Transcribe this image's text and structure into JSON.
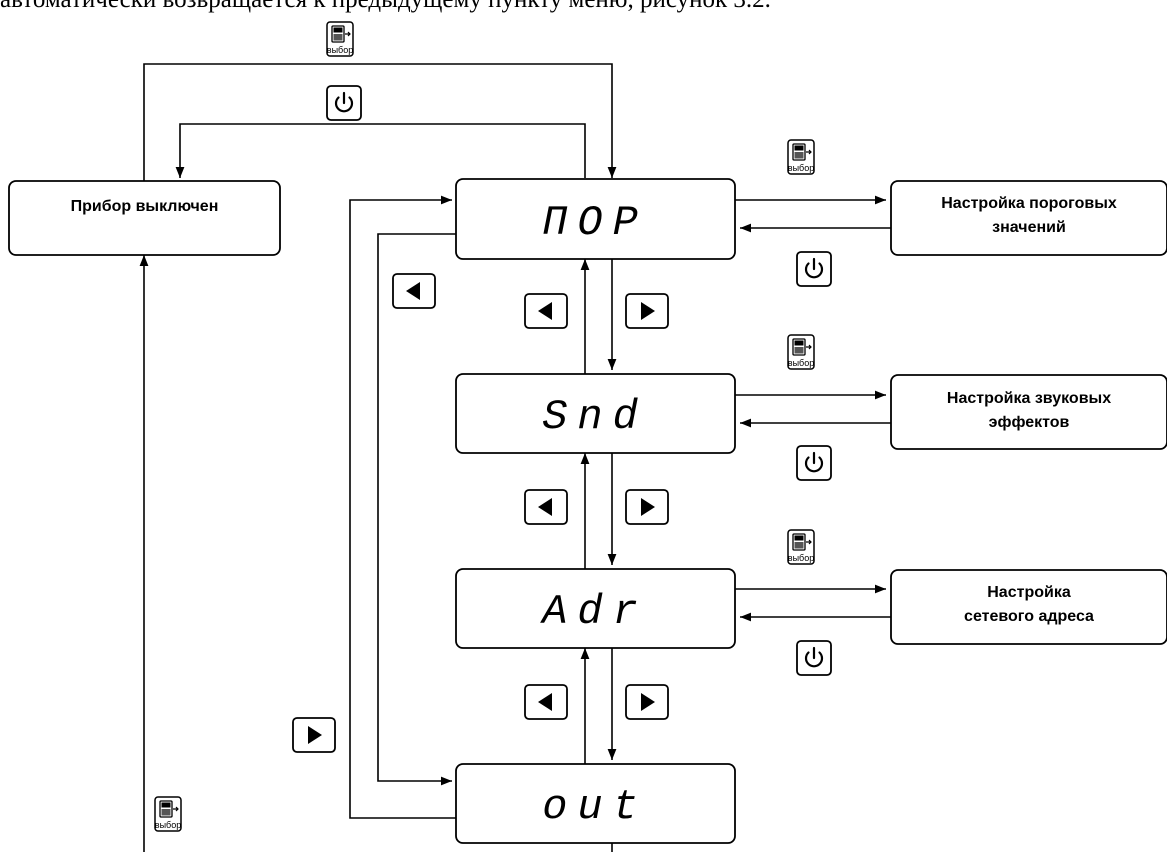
{
  "header_text": "автоматически возвращается к предыдущему пункту меню, рисунок 3.2.",
  "off_box": {
    "label": "Прибор выключен"
  },
  "menu_items": [
    {
      "display": "ΠΟΡ",
      "target_lines": [
        "Настройка пороговых",
        "значений"
      ]
    },
    {
      "display": "Snd",
      "target_lines": [
        "Настройка звуковых",
        "эффектов"
      ]
    },
    {
      "display": "Adr",
      "target_lines": [
        "Настройка",
        "сетевого адреса"
      ]
    },
    {
      "display": "out",
      "target_lines": []
    }
  ],
  "buttons": {
    "select_caption": "выбор",
    "power_icon": "power-icon",
    "left_icon": "left-arrow-icon",
    "right_icon": "right-arrow-icon"
  },
  "colors": {
    "stroke": "#000000",
    "background": "#ffffff"
  }
}
